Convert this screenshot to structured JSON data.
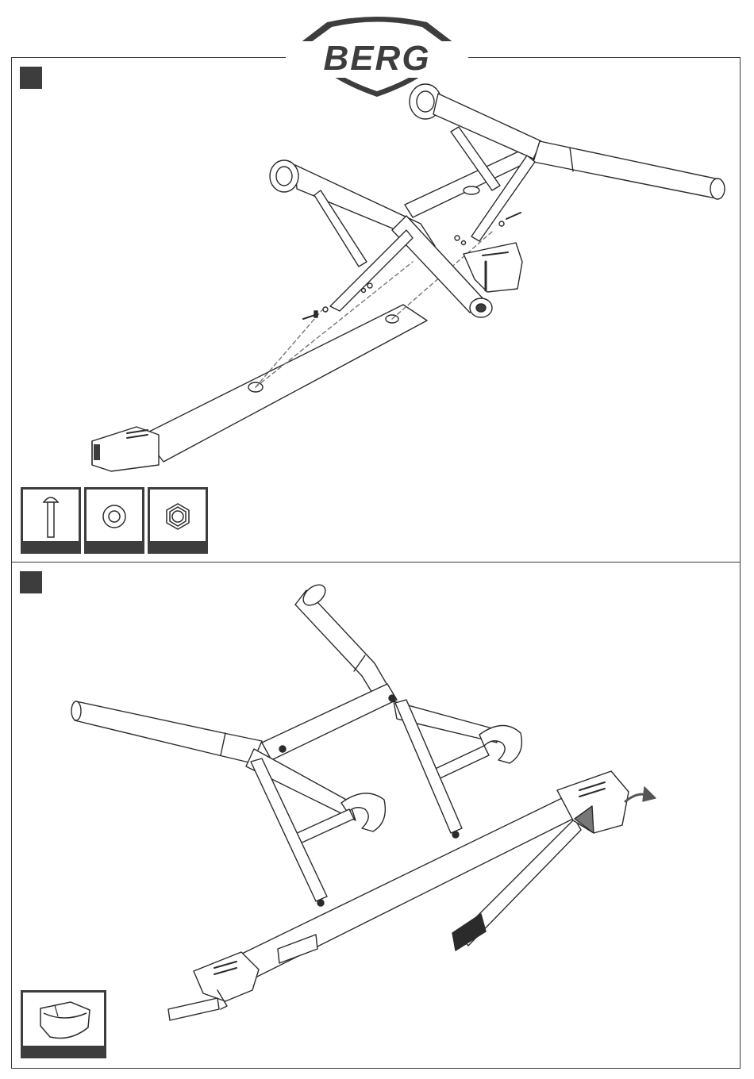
{
  "brand": {
    "logo_text": "BERG",
    "logo_color": "#3d3d3d"
  },
  "steps": [
    {
      "id": "step-1",
      "parts": [
        {
          "icon": "bolt-icon"
        },
        {
          "icon": "washer-icon"
        },
        {
          "icon": "lock-nut-icon"
        }
      ]
    },
    {
      "id": "step-2",
      "parts": [
        {
          "icon": "end-cap-icon"
        }
      ]
    }
  ],
  "colors": {
    "line": "#2b2b2b",
    "accent": "#3d3d3d",
    "tube_fill": "#ffffff"
  }
}
